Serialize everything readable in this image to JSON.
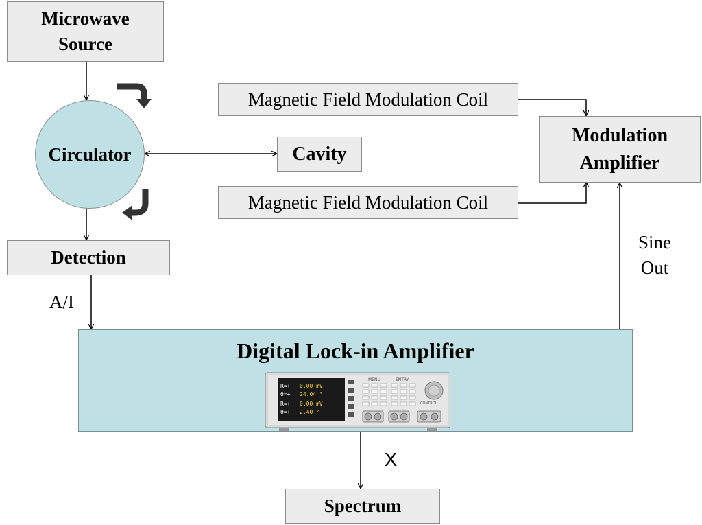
{
  "blocks": {
    "microwave_source": [
      "Microwave",
      "Source"
    ],
    "circulator": "Circulator",
    "cavity": "Cavity",
    "detection": "Detection",
    "coil_top": "Magnetic Field Modulation Coil",
    "coil_bottom": "Magnetic Field Modulation Coil",
    "modulation_amplifier": [
      "Modulation",
      "Amplifier"
    ],
    "lockin": "Digital Lock-in Amplifier",
    "spectrum": "Spectrum"
  },
  "signals": {
    "ai": "A/I",
    "sine_out": [
      "Sine",
      "Out"
    ],
    "x": "X"
  },
  "device_panel": {
    "readouts": [
      "R=+",
      "0.00 mV",
      "θ=+",
      "24.04 °",
      "R=+",
      "0.00 mV",
      "θ=+",
      "2.40 °"
    ],
    "menu_label": "MENU",
    "entry_label": "ENTRY",
    "control_label": "CONTROL"
  },
  "colors": {
    "box_fill": "#ececec",
    "box_border": "#8c8c8c",
    "circulator_fill": "#bfe0e4",
    "lockin_fill": "#bfe0e4",
    "arrow": "#000000",
    "rotation_arrow": "#333333"
  }
}
